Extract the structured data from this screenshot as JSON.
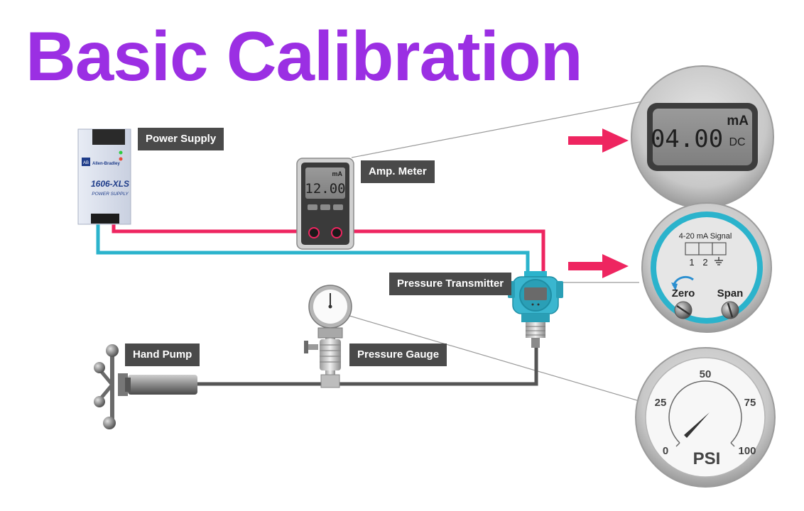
{
  "title": "Basic Calibration",
  "labels": {
    "power_supply": "Power Supply",
    "amp_meter": "Amp. Meter",
    "pressure_transmitter": "Pressure Transmitter",
    "hand_pump": "Hand Pump",
    "pressure_gauge": "Pressure Gauge"
  },
  "power_supply": {
    "brand": "Allen-Bradley",
    "badge": "AB",
    "model": "1606-XLS",
    "subtitle": "POWER SUPPLY"
  },
  "amp_meter": {
    "unit": "mA",
    "reading": "12.00"
  },
  "zoom_meter": {
    "unit": "mA",
    "reading": "04.00",
    "mode": "DC"
  },
  "zoom_transmitter": {
    "signal": "4-20 mA Signal",
    "terminal_1": "1",
    "terminal_2": "2",
    "zero": "Zero",
    "span": "Span"
  },
  "zoom_gauge": {
    "ticks": [
      "0",
      "25",
      "50",
      "75",
      "100"
    ],
    "unit": "PSI"
  },
  "colors": {
    "title": "#9b2fe3",
    "red_wire": "#ee2560",
    "blue_wire": "#2bb3cc",
    "label_bg": "#4a4a4a",
    "arrow": "#ee2560"
  }
}
